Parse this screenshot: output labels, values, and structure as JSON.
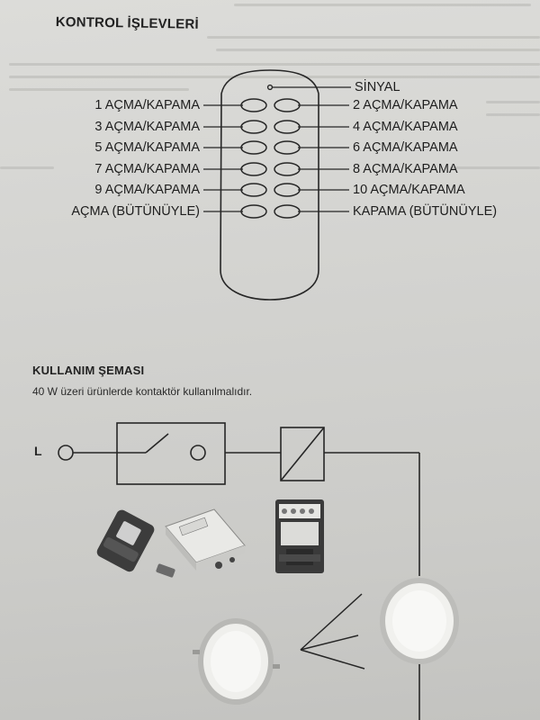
{
  "control_section": {
    "title": "KONTROL İŞLEVLERİ",
    "signal_label": "SİNYAL",
    "left_labels": [
      "1 AÇMA/KAPAMA",
      "3 AÇMA/KAPAMA",
      "5 AÇMA/KAPAMA",
      "7 AÇMA/KAPAMA",
      "9 AÇMA/KAPAMA",
      "AÇMA (BÜTÜNÜYLE)"
    ],
    "right_labels": [
      "2 AÇMA/KAPAMA",
      "4 AÇMA/KAPAMA",
      "6 AÇMA/KAPAMA",
      "8 AÇMA/KAPAMA",
      "10 AÇMA/KAPAMA",
      "KAPAMA (BÜTÜNÜYLE)"
    ]
  },
  "usage_section": {
    "title": "KULLANIM ŞEMASI",
    "note": "40 W üzeri ürünlerde kontaktör kullanılmalıdır.",
    "line_label": "L"
  },
  "colors": {
    "paper": "#d4d4d1",
    "ink": "#262626"
  }
}
